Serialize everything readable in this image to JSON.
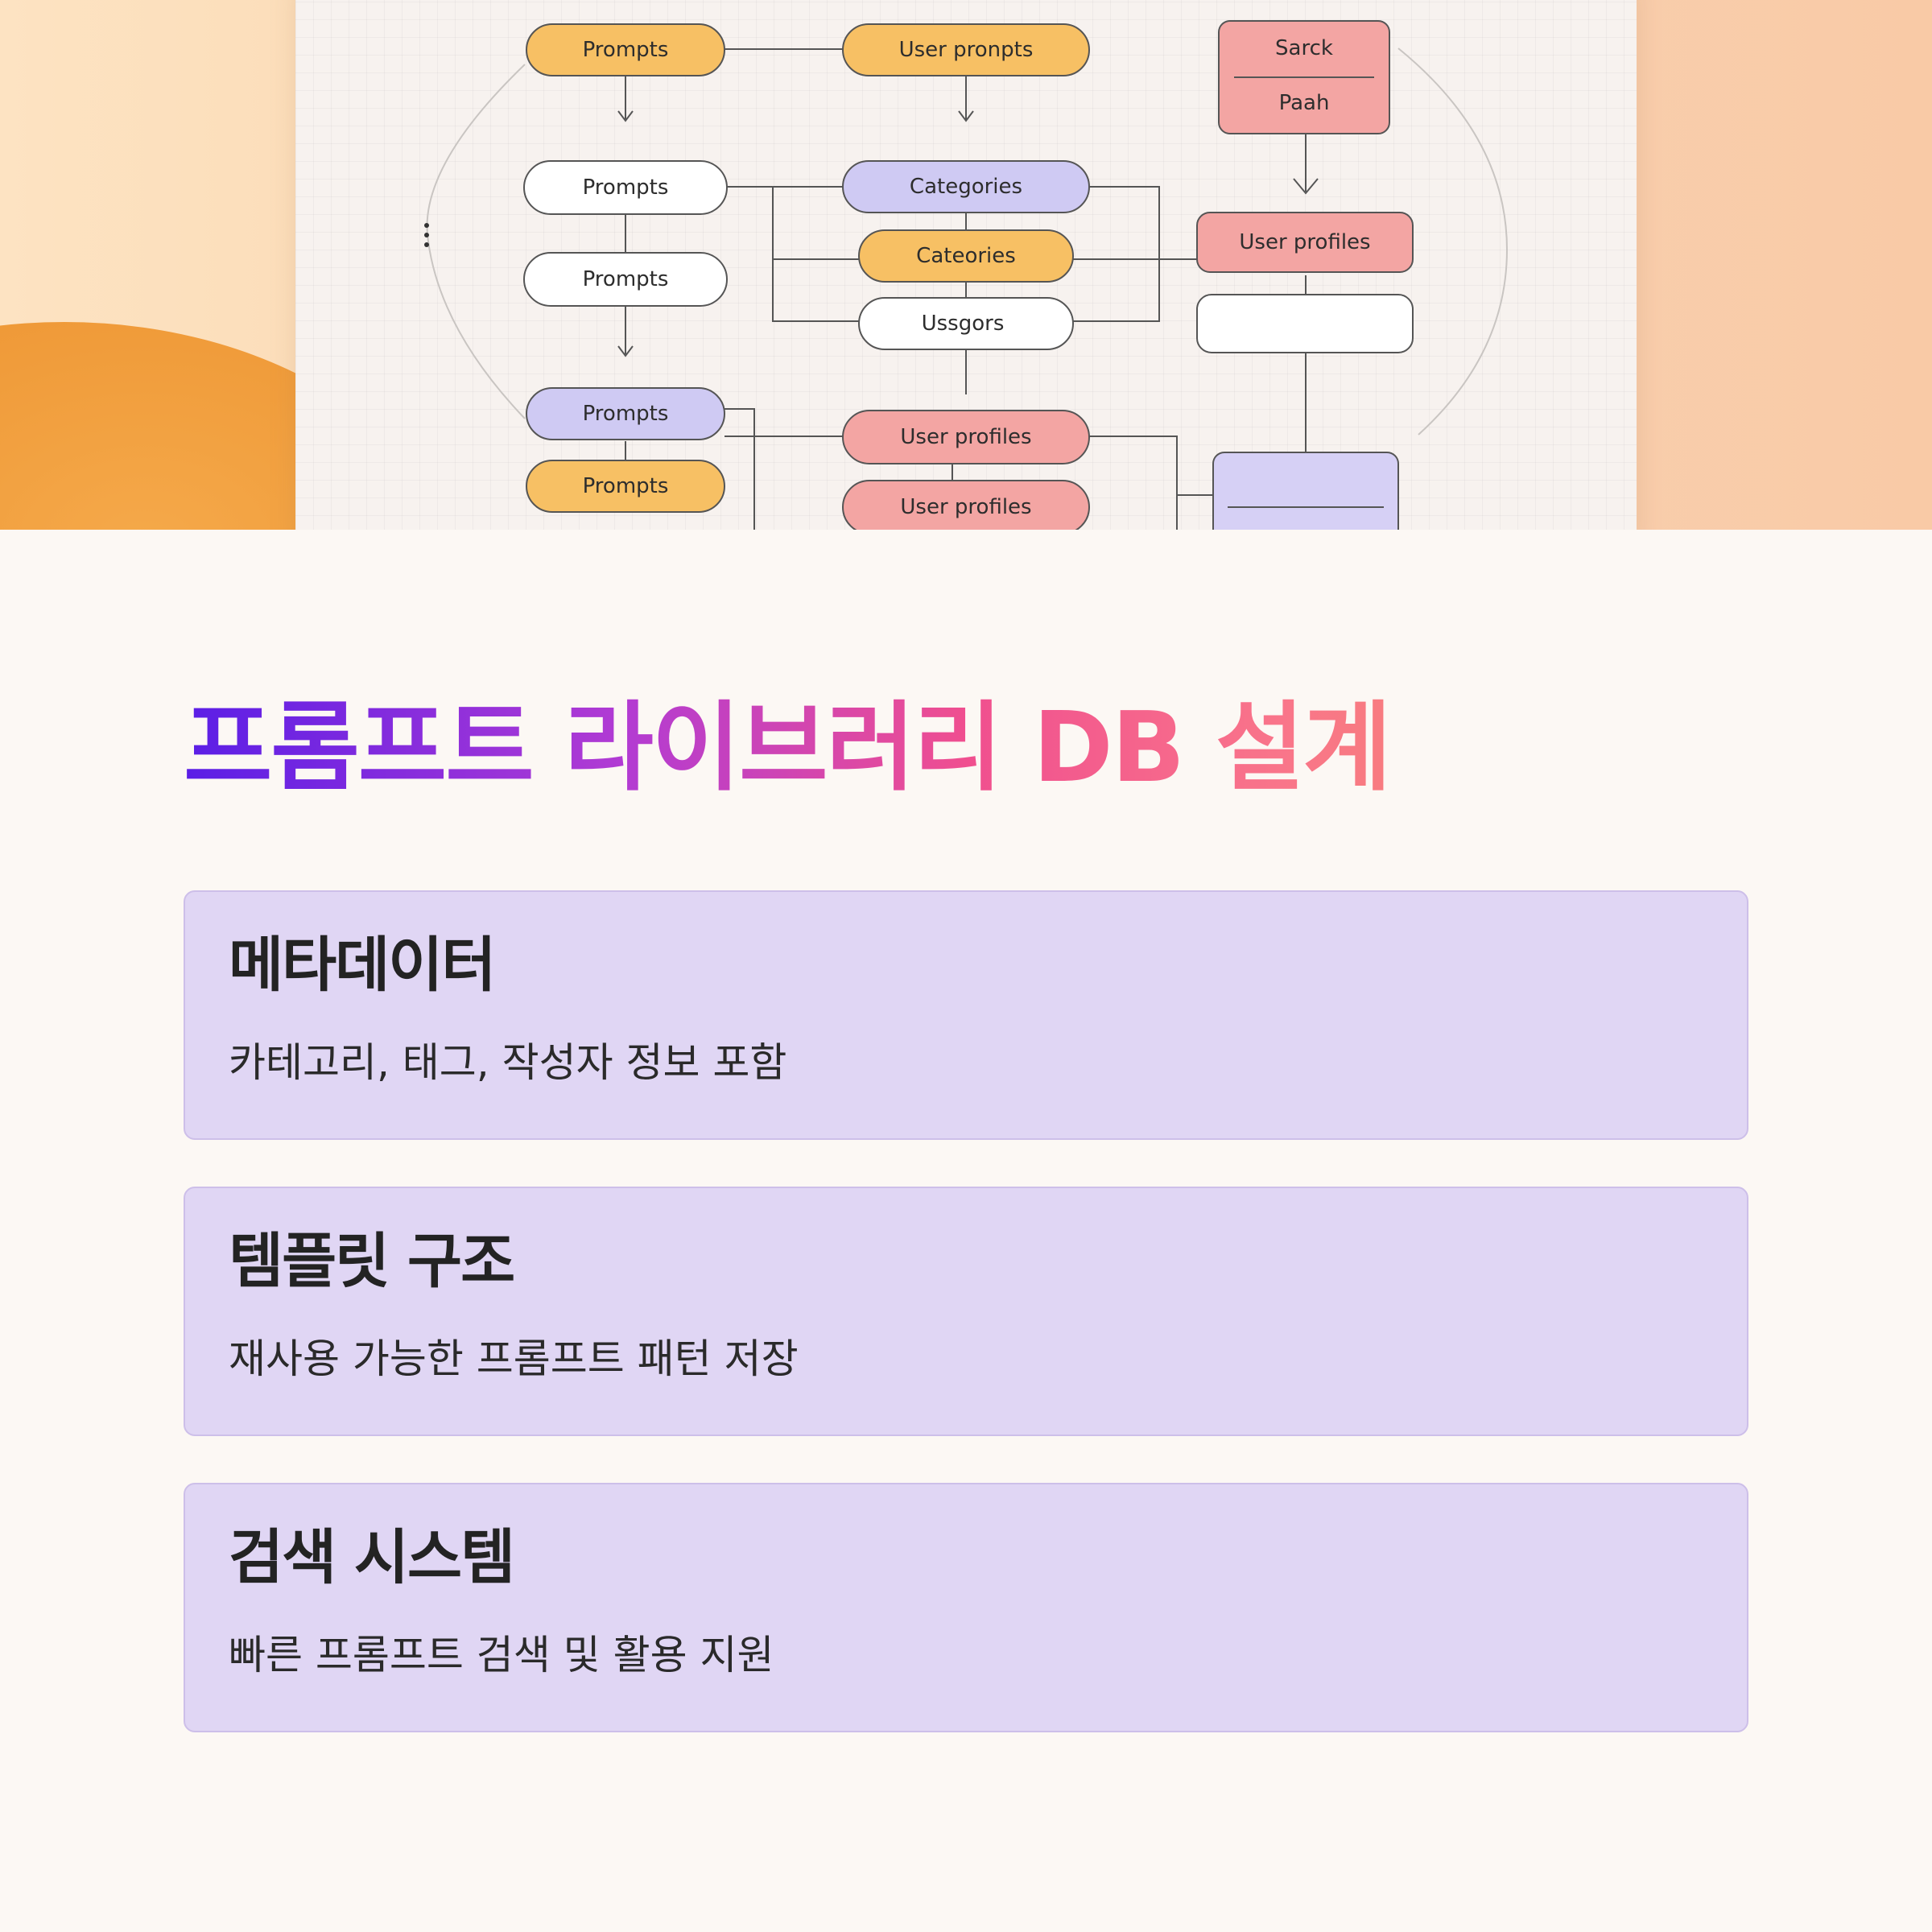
{
  "colors": {
    "background": "#fcf8f4",
    "orange_node": "#f7c064",
    "purple_node": "#cfcaf3",
    "pink_node": "#f3a5a3",
    "white_node": "#ffffff",
    "card_fill": "#e0d6f4",
    "title_gradient": [
      "#5a1ee6",
      "#f04f8f",
      "#f5925e"
    ]
  },
  "diagram": {
    "nodes": [
      {
        "id": "n1",
        "label": "Prompts",
        "color": "orange"
      },
      {
        "id": "n2",
        "label": "User pronpts",
        "color": "orange"
      },
      {
        "id": "n3",
        "label": "Sarck",
        "label2": "Paah",
        "color": "pink"
      },
      {
        "id": "n4",
        "label": "Prompts",
        "color": "white"
      },
      {
        "id": "n5",
        "label": "Categories",
        "color": "purple"
      },
      {
        "id": "n6",
        "label": "Prompts",
        "color": "white"
      },
      {
        "id": "n7",
        "label": "Cateories",
        "color": "orange"
      },
      {
        "id": "n8",
        "label": "User profiles",
        "color": "pink"
      },
      {
        "id": "n9",
        "label": "Ussgors",
        "color": "white"
      },
      {
        "id": "n10",
        "label": "",
        "color": "white"
      },
      {
        "id": "n11",
        "label": "Prompts",
        "color": "purple"
      },
      {
        "id": "n12",
        "label": "User profiles",
        "color": "pink"
      },
      {
        "id": "n13",
        "label": "Prompts",
        "color": "orange"
      },
      {
        "id": "n14",
        "label": "User profiles",
        "color": "pink"
      },
      {
        "id": "n15",
        "label": "",
        "color": "purple"
      }
    ]
  },
  "title": "프롬프트 라이브러리 DB 설계",
  "cards": [
    {
      "title": "메타데이터",
      "description": "카테고리, 태그, 작성자 정보 포함"
    },
    {
      "title": "템플릿 구조",
      "description": "재사용 가능한 프롬프트 패턴 저장"
    },
    {
      "title": "검색 시스템",
      "description": "빠른 프롬프트 검색 및 활용 지원"
    }
  ]
}
